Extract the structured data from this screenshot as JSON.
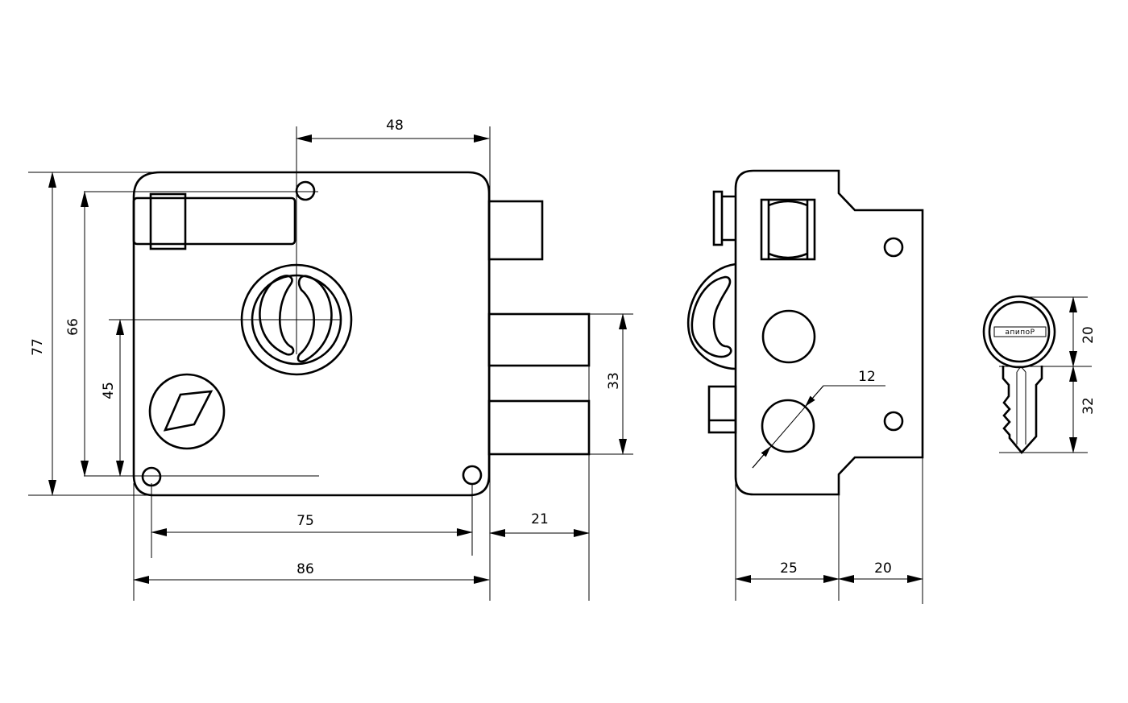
{
  "dimensions": {
    "front_top_width": "48",
    "front_overall_height": "77",
    "front_inner_height": "66",
    "front_hole_to_cylinder": "45",
    "front_hole_spacing": "75",
    "front_overall_width": "86",
    "bolt_projection": "21",
    "bolt_span": "33",
    "side_body_depth": "25",
    "side_flange_depth": "20",
    "side_hole_diameter": "12",
    "key_head_height": "20",
    "key_blade_length": "32"
  },
  "key": {
    "brand_text": "апипоР"
  },
  "colors": {
    "line": "#000000",
    "background": "#ffffff"
  }
}
